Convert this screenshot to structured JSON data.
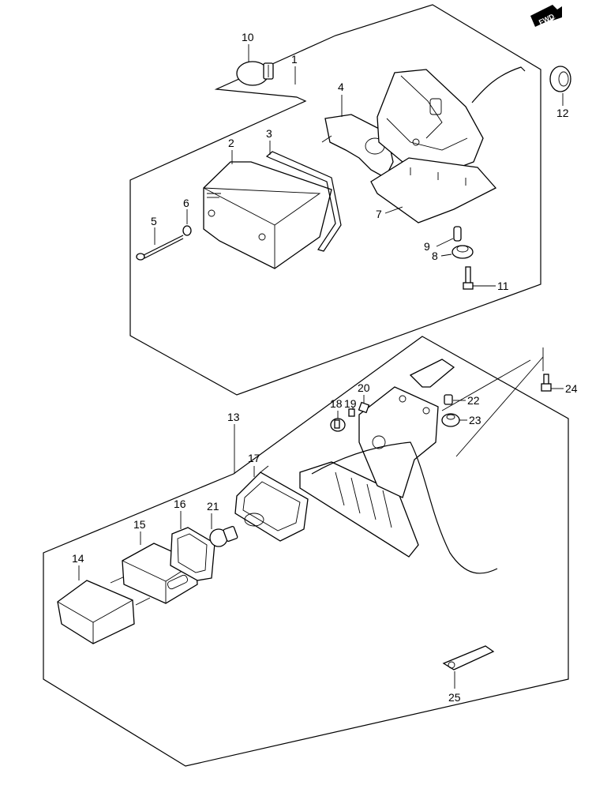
{
  "fwd_label": "FWD",
  "callouts": {
    "c1": "1",
    "c2": "2",
    "c3": "3",
    "c4": "4",
    "c5": "5",
    "c6": "6",
    "c7": "7",
    "c8": "8",
    "c9": "9",
    "c10": "10",
    "c11": "11",
    "c12": "12",
    "c13": "13",
    "c14": "14",
    "c15": "15",
    "c16": "16",
    "c17": "17",
    "c18": "18",
    "c19": "19",
    "c20": "20",
    "c21": "21",
    "c22": "22",
    "c23": "23",
    "c24": "24",
    "c25": "25"
  }
}
